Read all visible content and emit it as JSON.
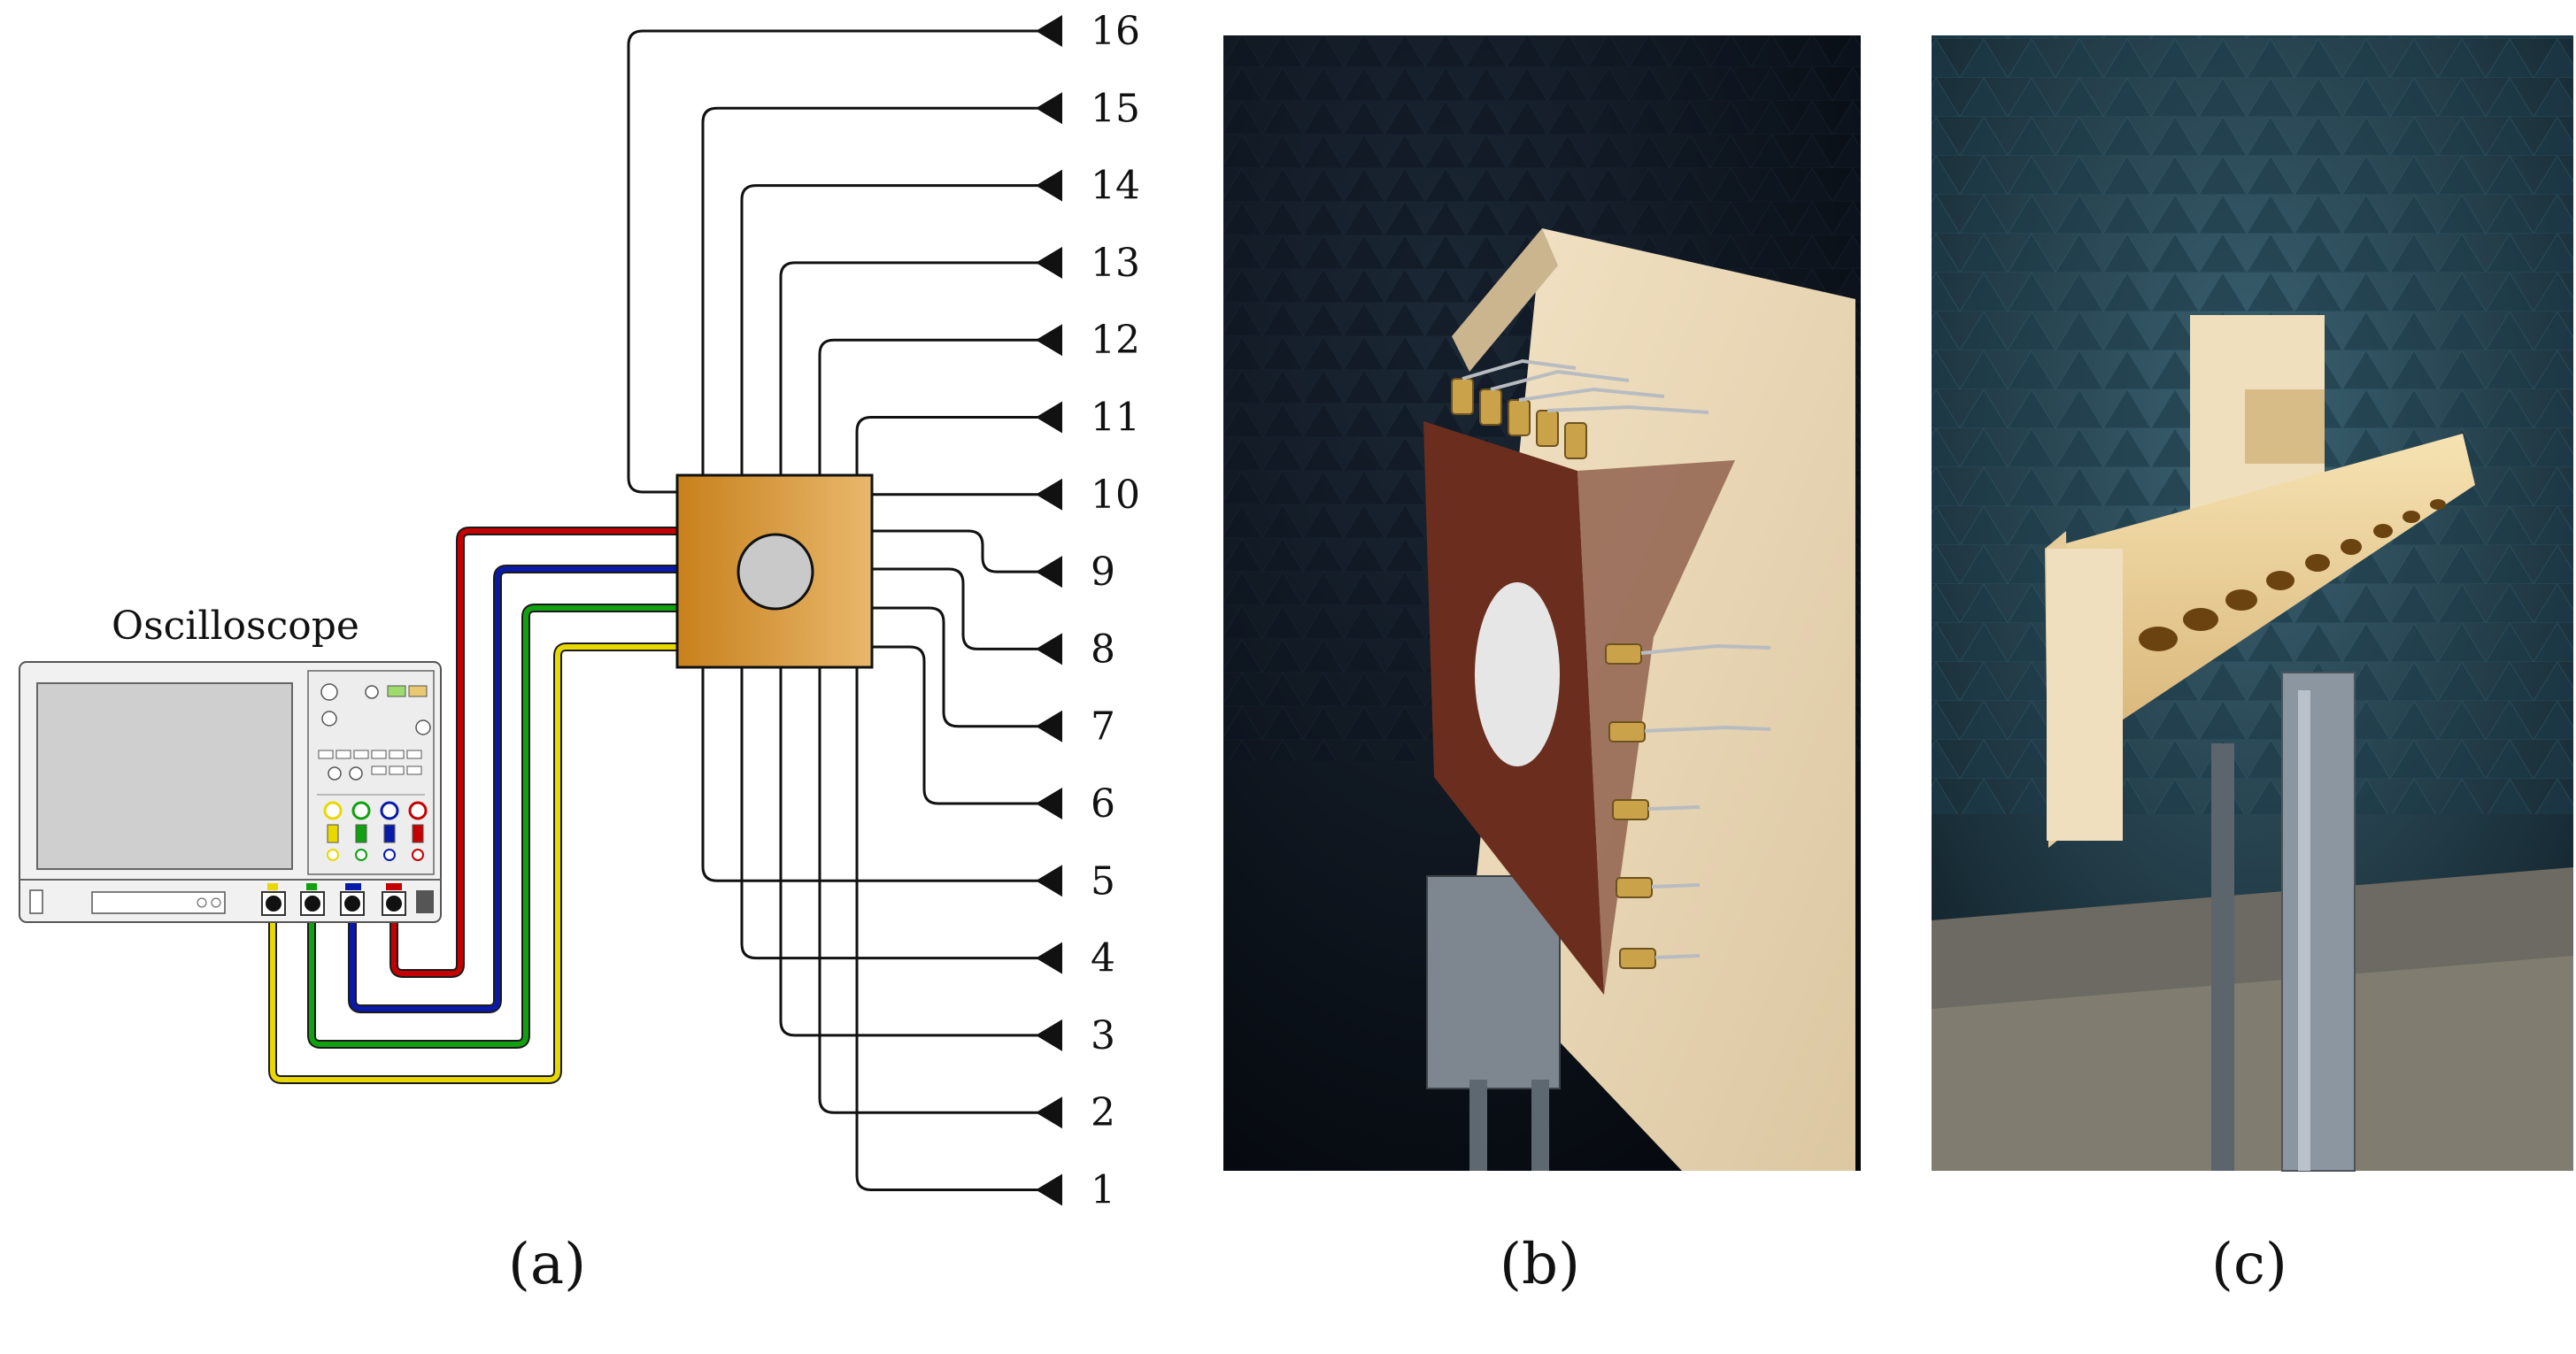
{
  "figure": {
    "panel_a": {
      "caption": "(a)",
      "oscilloscope_label": "Oscilloscope",
      "ports": [
        "16",
        "15",
        "14",
        "13",
        "12",
        "11",
        "10",
        "9",
        "8",
        "7",
        "6",
        "5",
        "4",
        "3",
        "2",
        "1"
      ],
      "cable_colors": {
        "red": "#c40000",
        "blue": "#0a1aa8",
        "green": "#10a010",
        "yellow": "#e8d800"
      },
      "module_color_dark": "#c8801c",
      "module_color_light": "#e3b46a"
    },
    "panel_b": {
      "caption": "(b)"
    },
    "panel_c": {
      "caption": "(c)"
    }
  }
}
